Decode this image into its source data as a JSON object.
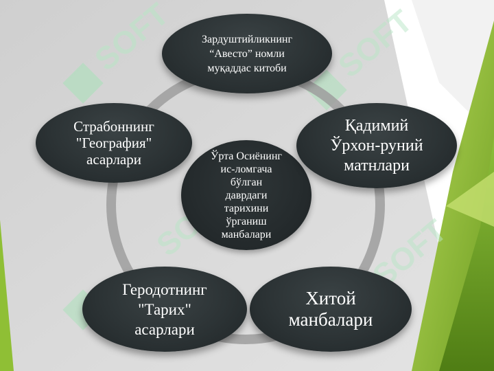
{
  "colors": {
    "slide_bg": "#d9d9d9",
    "node_fill": "#2c3335",
    "ring": "#a6a6a6",
    "accent_green_light": "#a6cc44",
    "accent_green_dark": "#5f8f1a",
    "watermark": "#8fd8a8"
  },
  "diagram": {
    "center": "Ўрта Осиёнинг\nис-ломгача\nбўлган\nдаврдаги\nтарихини\nўрганиш\nманбалари",
    "nodes": [
      {
        "id": "avesto",
        "text": "Зардуштийликнинг\n“Авесто” номли\nмуқаддас китоби"
      },
      {
        "id": "orkhon",
        "text": "Қадимий\nЎрхон-руний\nматнлари"
      },
      {
        "id": "china",
        "text": "Хитой\nманбалари"
      },
      {
        "id": "herodotus",
        "text": "Геродотнинг\n\"Тарих\"\nасарлари"
      },
      {
        "id": "strabo",
        "text": "Страбоннинг\n\"География\"\nасарлари"
      }
    ]
  },
  "watermark": {
    "text": "SOFT",
    "icon": "soft-logo-icon"
  }
}
